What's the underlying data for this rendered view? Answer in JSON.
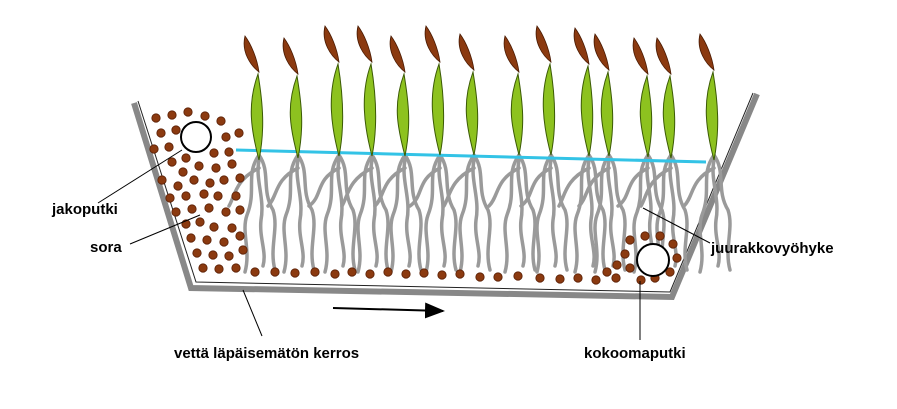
{
  "labels": {
    "distribution_pipe": "jakoputki",
    "gravel": "sora",
    "root_zone": "juurakkovyöhyke",
    "impermeable_layer": "vettä läpäisemätön kerros",
    "collection_pipe": "kokoomaputki"
  },
  "colors": {
    "basin_wall": "#888888",
    "gravel_fill": "#8B3A10",
    "gravel_stroke": "#5a1f05",
    "leaf": "#8DC21F",
    "leaf_stroke": "#3b5a05",
    "seed_head": "#8B3A10",
    "root": "#9a9a9a",
    "water_line": "#33C3E6",
    "text": "#000000"
  },
  "icons": {
    "flow_arrow": "right-arrow-icon",
    "pipe": "circle-icon"
  }
}
